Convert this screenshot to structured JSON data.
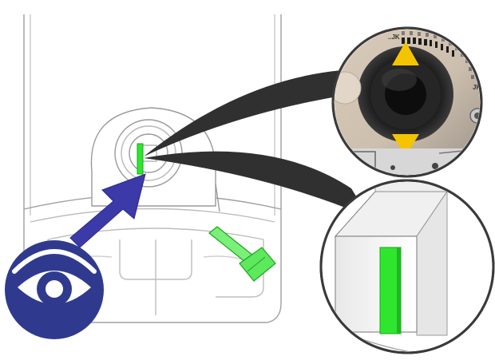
{
  "dial_scale_labels": [
    "II",
    "II",
    "II",
    "II",
    "II",
    "II",
    "II",
    "II",
    "II",
    "II",
    "II",
    "II"
  ],
  "dial_ends": [
    "..JK",
    "JK"
  ],
  "colors": {
    "highlight_green": "#2fe62f",
    "highlight_green_edge": "#1aa51a",
    "arrow_blue": "#3b3aa8",
    "eye_badge_blue": "#2f3a8f",
    "callout_dark": "#303030",
    "pointer_yellow": "#f5c400",
    "line_gray": "#9a9a9a"
  },
  "icons": [
    "eye-icon",
    "arrow-icon",
    "screw-icon",
    "pointer-icon"
  ]
}
